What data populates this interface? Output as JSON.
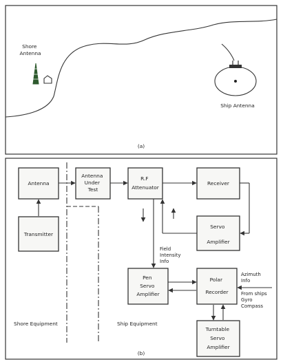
{
  "panel_a": {
    "shore_antenna": [
      "Shore",
      "Antenna"
    ],
    "ship_antenna": "Ship Antenna",
    "caption": "(a)"
  },
  "panel_b": {
    "boxes": {
      "antenna": "Antenna",
      "antenna_under_test": [
        "Antenna",
        "Under",
        "Test"
      ],
      "rf_attenuator": [
        "R.F",
        "Attenuator"
      ],
      "receiver": "Receiver",
      "transmitter": "Transmitter",
      "servo_amplifier": [
        "Servo",
        "Amplifier"
      ],
      "pen_servo_amplifier": [
        "Pen",
        "Servo",
        "Amplifier"
      ],
      "polar_recorder": [
        "Polar",
        "Recorder"
      ],
      "turntable_servo_amplifier": [
        "Turntable",
        "Servo",
        "Amplifier"
      ]
    },
    "labels": {
      "field_intensity": [
        "Field",
        "Intensity",
        "Info"
      ],
      "azimuth": [
        "Azimuth",
        "Info"
      ],
      "from_ships": [
        "From ships",
        "Gyro",
        "Compass"
      ],
      "shore_equipment": "Shore Equipment",
      "ship_equipment": "Ship Equipment"
    },
    "caption": "(b)"
  }
}
